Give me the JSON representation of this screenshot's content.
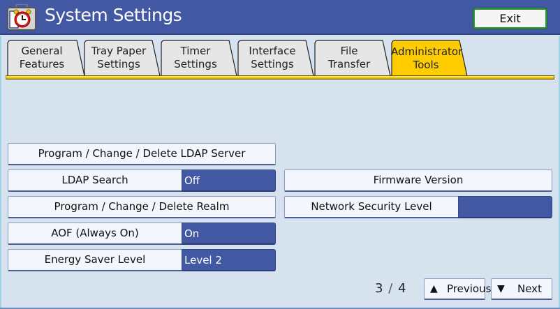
{
  "header": {
    "title": "System Settings",
    "app_icon": "alarm-clock-briefcase-icon",
    "exit_label": "Exit",
    "colors": {
      "header_bg": "#4358a2",
      "exit_border": "#2e9a3c"
    }
  },
  "tabs": [
    {
      "line1": "General",
      "line2": "Features",
      "active": false
    },
    {
      "line1": "Tray Paper",
      "line2": "Settings",
      "active": false
    },
    {
      "line1": "Timer",
      "line2": "Settings",
      "active": false
    },
    {
      "line1": "Interface",
      "line2": "Settings",
      "active": false
    },
    {
      "line1": "File",
      "line2": "Transfer",
      "active": false
    },
    {
      "line1": "Administrator",
      "line2": "Tools",
      "active": true
    }
  ],
  "settings": {
    "ldap_server": {
      "label": "Program / Change / Delete LDAP Server"
    },
    "ldap_search": {
      "label": "LDAP Search",
      "value": "Off"
    },
    "realm": {
      "label": "Program / Change / Delete Realm"
    },
    "aof": {
      "label": "AOF (Always On)",
      "value": "On"
    },
    "energy_saver": {
      "label": "Energy Saver Level",
      "value": "Level 2"
    },
    "firmware": {
      "label": "Firmware Version"
    },
    "network_security": {
      "label": "Network Security Level",
      "value": ""
    }
  },
  "pagination": {
    "current": "3",
    "separator": "/",
    "total": "4",
    "previous_label": "Previous",
    "next_label": "Next",
    "previous_icon": "▲",
    "next_icon": "▼"
  },
  "colors": {
    "accent_value_bg": "#4358a2",
    "active_tab": "#ffcc00",
    "body_bg": "#d6e2ee"
  }
}
